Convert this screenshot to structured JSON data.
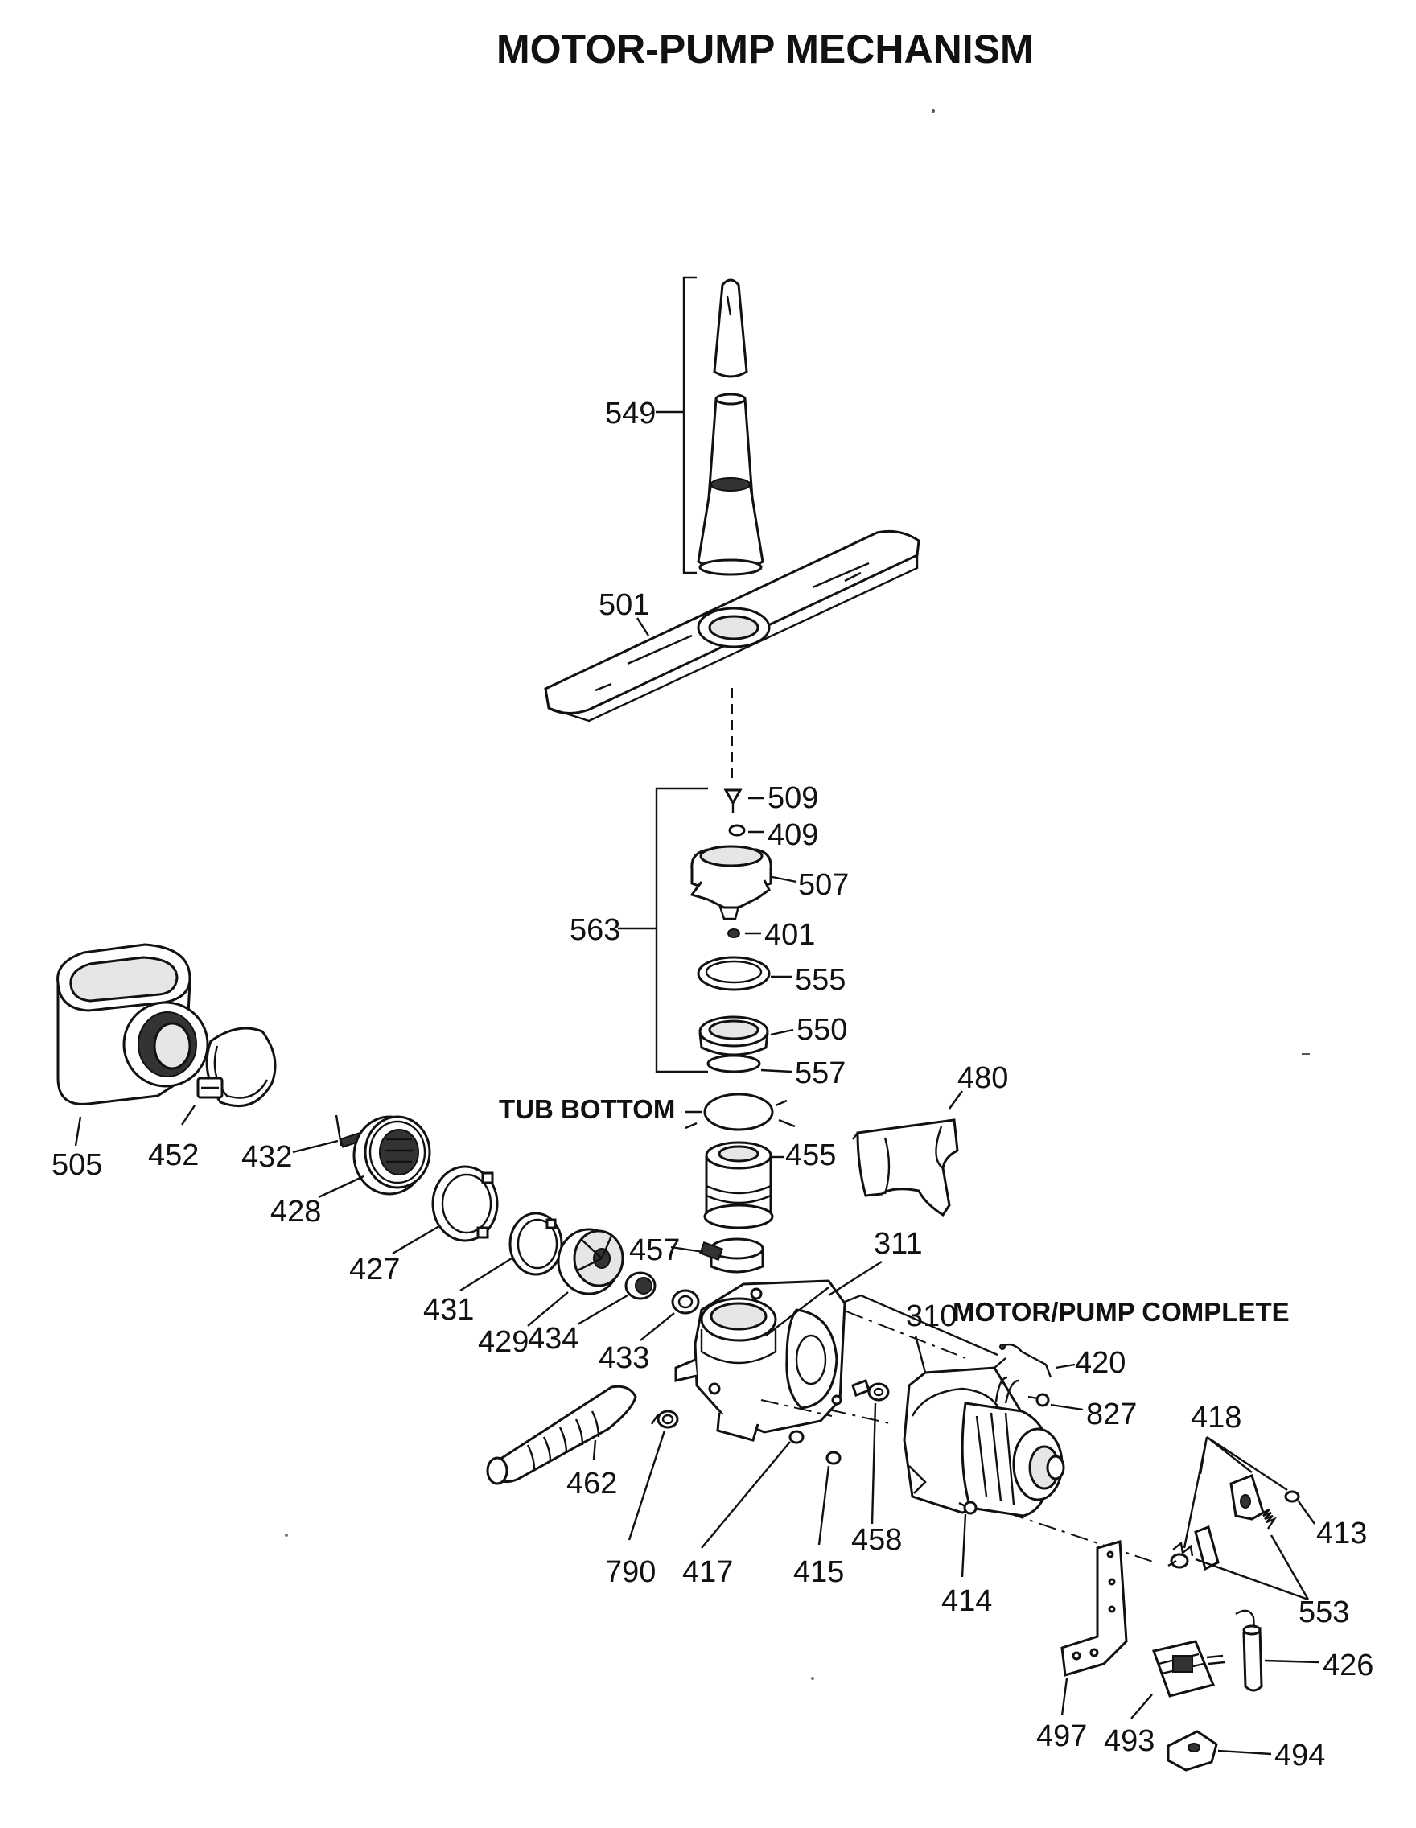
{
  "title": "MOTOR-PUMP MECHANISM",
  "headings": {
    "tub_bottom": "TUB BOTTOM",
    "motor_pump_code": "310",
    "motor_pump_complete": "MOTOR/PUMP COMPLETE"
  },
  "parts": {
    "p549": "549",
    "p501": "501",
    "p509": "509",
    "p409": "409",
    "p507": "507",
    "p563": "563",
    "p401": "401",
    "p555": "555",
    "p550": "550",
    "p557": "557",
    "p480": "480",
    "p505": "505",
    "p452": "452",
    "p432": "432",
    "p428": "428",
    "p455": "455",
    "p427": "427",
    "p431": "431",
    "p429": "429",
    "p457": "457",
    "p311": "311",
    "p434": "434",
    "p433": "433",
    "p420": "420",
    "p827": "827",
    "p418": "418",
    "p413": "413",
    "p462": "462",
    "p790": "790",
    "p417": "417",
    "p415": "415",
    "p458": "458",
    "p414": "414",
    "p553": "553",
    "p426": "426",
    "p497": "497",
    "p493": "493",
    "p494": "494"
  }
}
